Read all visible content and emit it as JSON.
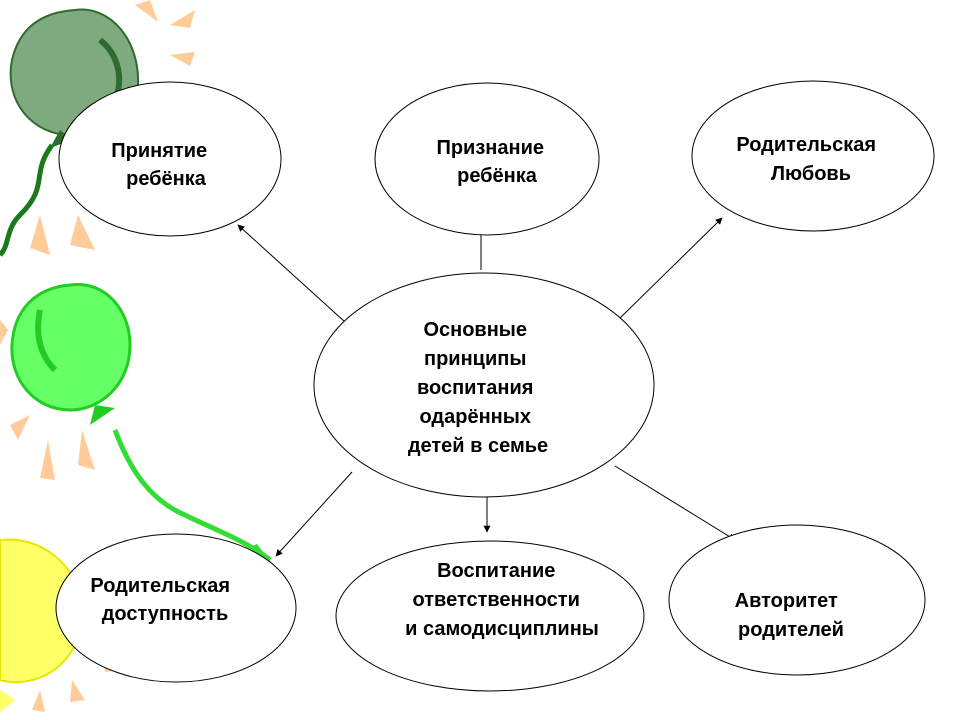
{
  "center": {
    "lines": [
      "Основные",
      "принципы",
      "воспитания",
      "одарённых",
      "детей в семье"
    ]
  },
  "nodes": {
    "acceptance": {
      "lines": [
        "Принятие",
        "ребёнка"
      ]
    },
    "recognition": {
      "lines": [
        "Признание",
        "ребёнка"
      ]
    },
    "love": {
      "lines": [
        "Родительская",
        "Любовь"
      ]
    },
    "availability": {
      "lines": [
        "Родительская",
        "доступность"
      ]
    },
    "responsibility": {
      "lines": [
        "Воспитание",
        "ответственности",
        "и самодисциплины"
      ]
    },
    "authority": {
      "lines": [
        "Авторитет",
        "родителей"
      ]
    }
  },
  "colors": {
    "balloon_dark_green": "#7faa7f",
    "balloon_light_green": "#66ff66",
    "balloon_yellow": "#ffff66",
    "rays": "#ffcc99",
    "string_dark_green": "#1a7a1a",
    "string_light_green": "#33dd33"
  }
}
